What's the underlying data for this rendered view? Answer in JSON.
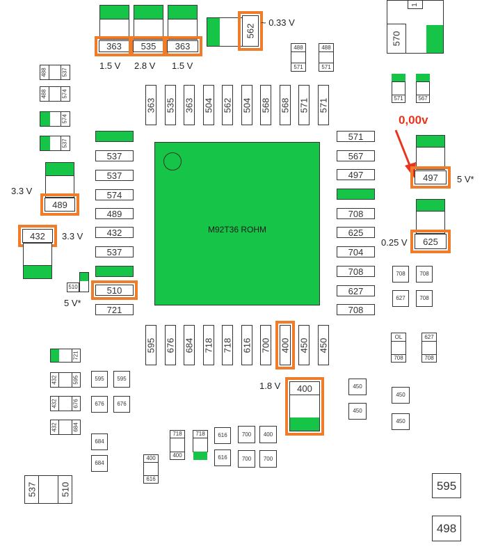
{
  "chip_label": "M92T36 ROHM",
  "notes": {
    "v_1_5_a": "1.5 V",
    "v_2_8": "2.8 V",
    "v_1_5_b": "1.5 V",
    "v_033": "~ 0.33 V",
    "v_33_a": "3.3 V",
    "v_33_b": "3.3 V",
    "v_5_a": "5 V*",
    "v_5_b": "5 V*",
    "v_025": "0.25 V",
    "v_18": "1.8 V",
    "zero": "0,00v"
  },
  "highlight_color": "#f07c2a",
  "component_green": "#16c447",
  "arrow_color": "#e8341c",
  "codes": {
    "top_caps": [
      "363",
      "535",
      "363"
    ],
    "c562": "562",
    "c488": "488",
    "c571": "571",
    "c570": "570",
    "c1": "1",
    "c567": "567",
    "left_small": [
      "488",
      "537",
      "488",
      "574",
      "574",
      "537"
    ],
    "top_pins": [
      "363",
      "535",
      "363",
      "504",
      "562",
      "504",
      "568",
      "568",
      "571",
      "571"
    ],
    "left_pins": [
      "537",
      "537",
      "574",
      "489",
      "432",
      "537",
      "510",
      "721"
    ],
    "right_pins": [
      "571",
      "567",
      "497",
      "708",
      "625",
      "704",
      "708",
      "627",
      "708"
    ],
    "bottom_pins": [
      "595",
      "676",
      "684",
      "718",
      "718",
      "616",
      "700",
      "400",
      "450",
      "450"
    ],
    "c489": "489",
    "c432": "432",
    "c510": "510",
    "c497": "497",
    "c625": "625",
    "c708": "708",
    "c627": "627",
    "c400": "400",
    "c450": "450",
    "cOL": "OL",
    "c721": "721",
    "c595": "595",
    "c676": "676",
    "c684": "684",
    "c718": "718",
    "c616": "616",
    "c700": "700",
    "c537": "537",
    "c498": "498"
  }
}
